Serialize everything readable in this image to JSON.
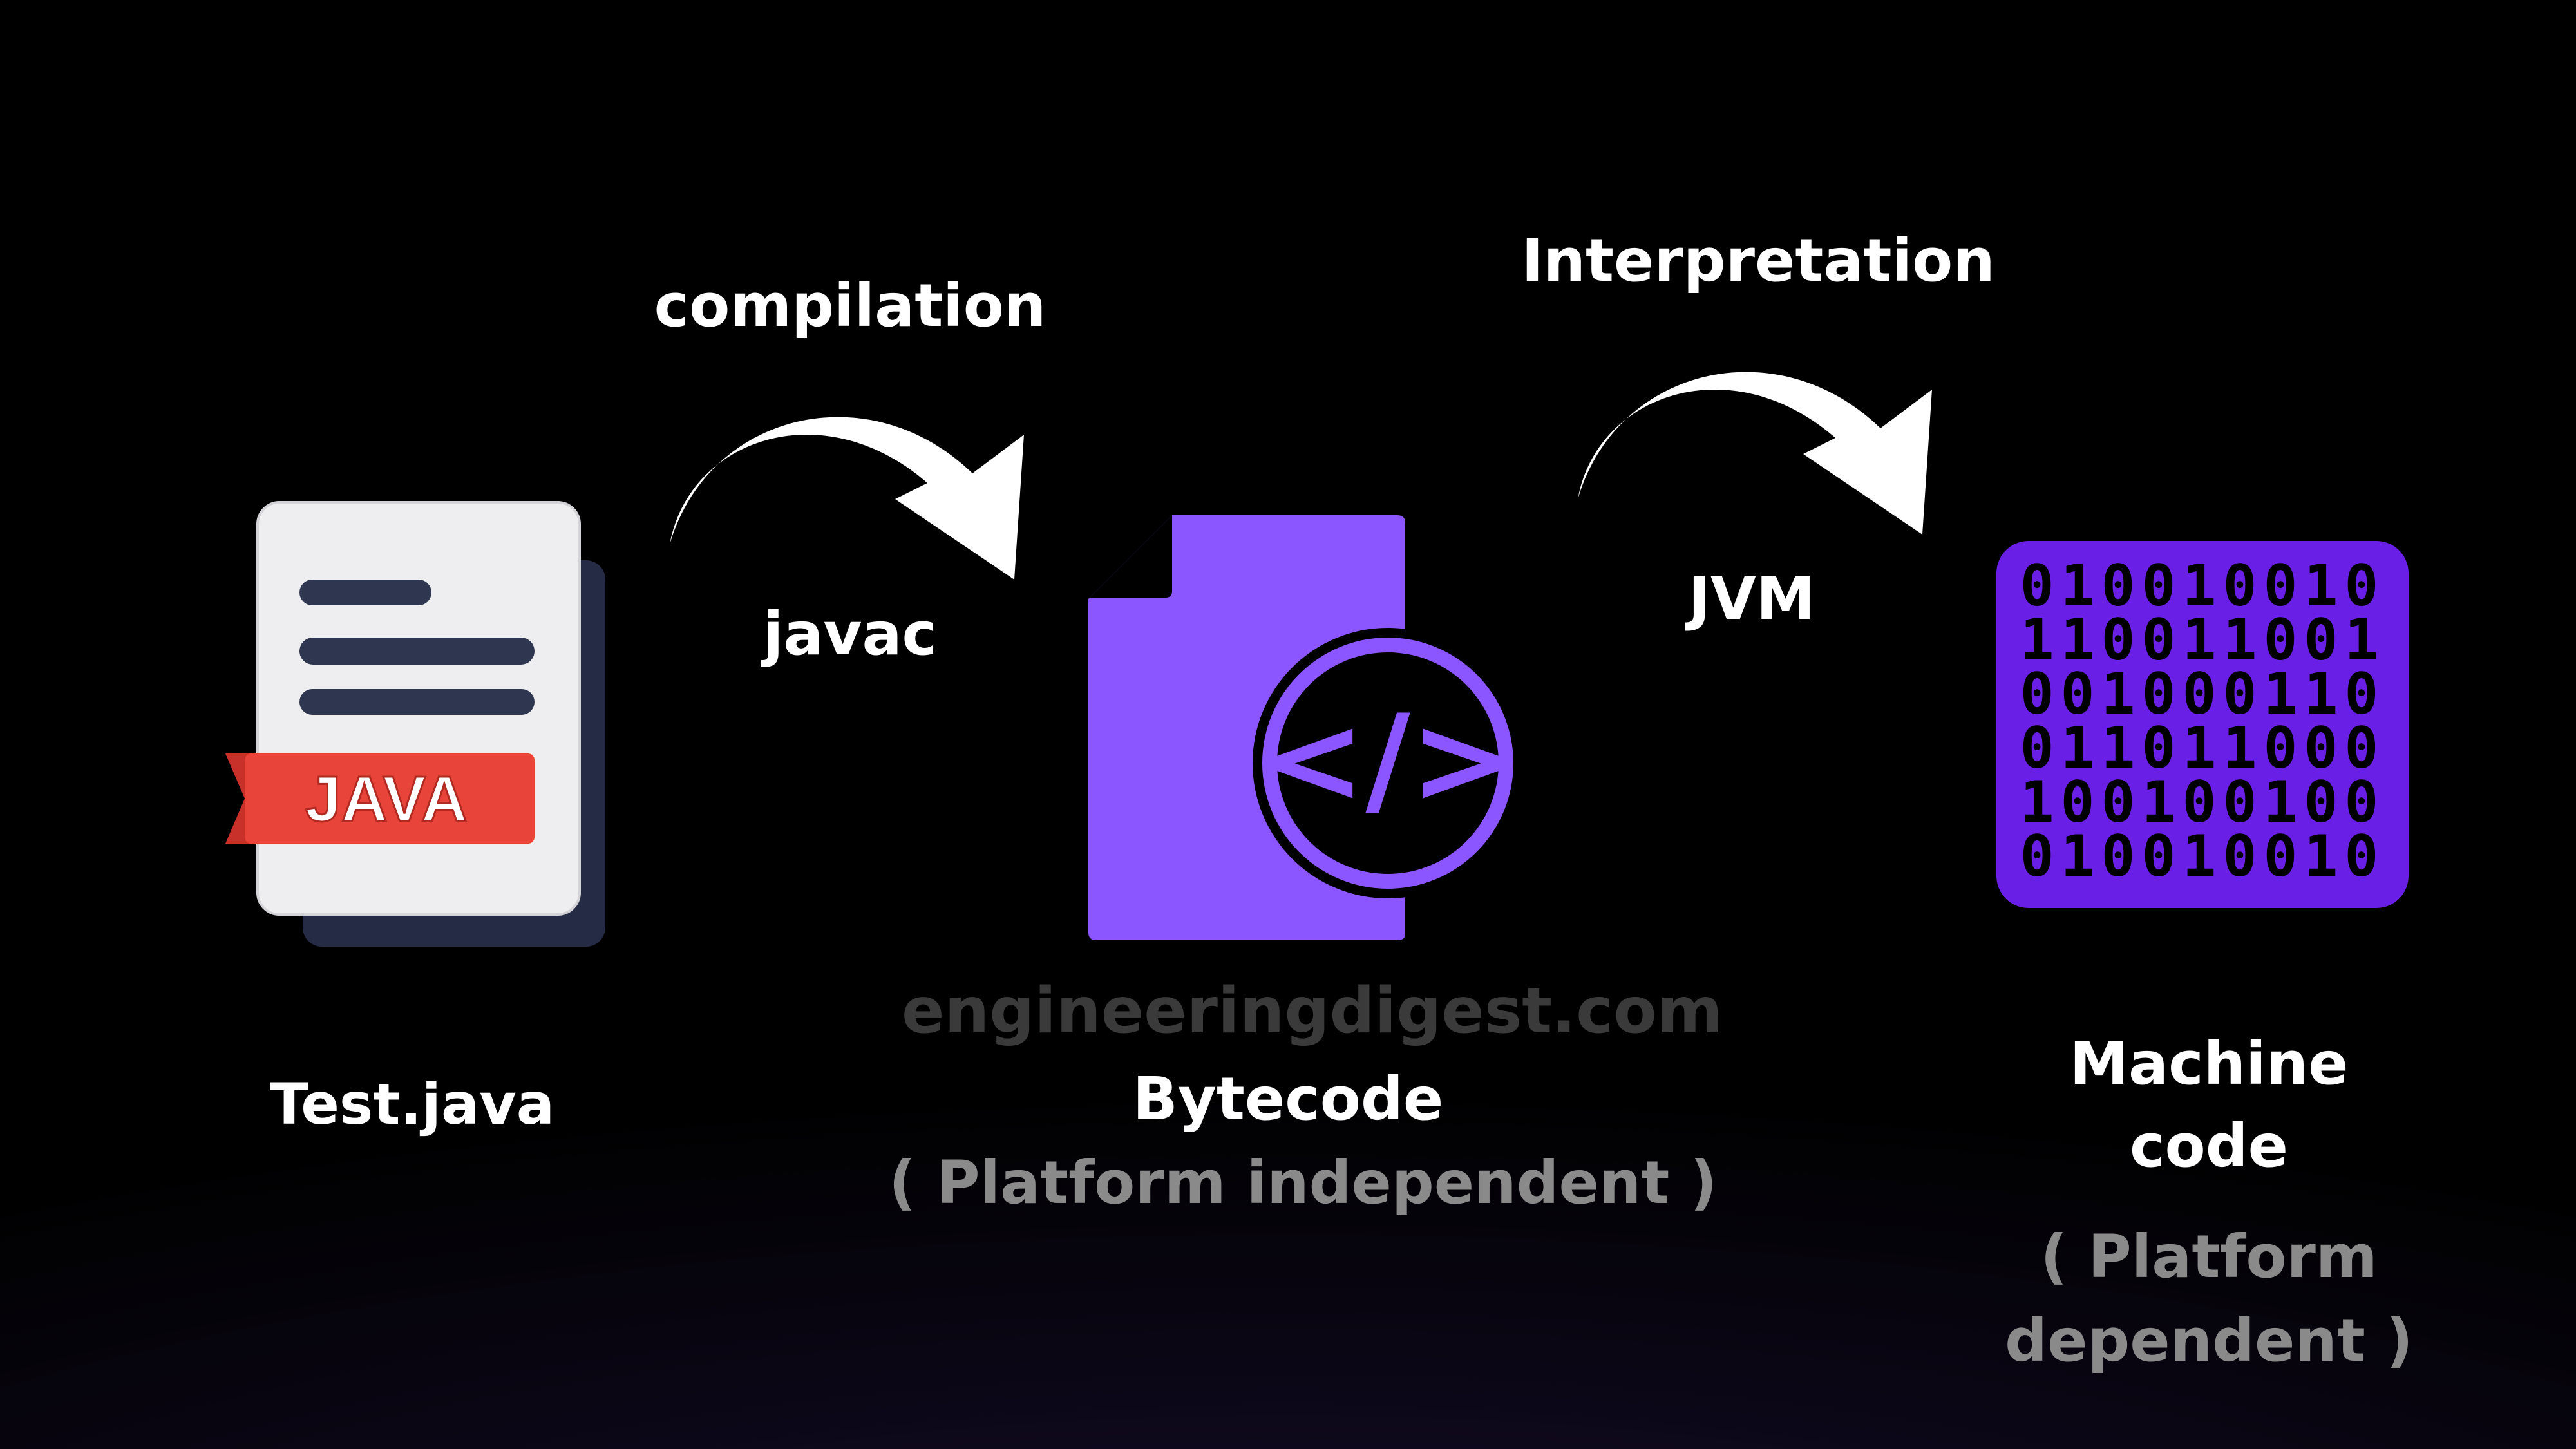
{
  "source_file": {
    "label": "Test.java",
    "badge": "JAVA"
  },
  "step_compile": {
    "action": "compilation",
    "tool": "javac"
  },
  "bytecode": {
    "label": "Bytecode",
    "note": "( Platform independent )",
    "code_symbol": "</>"
  },
  "step_interpret": {
    "action": "Interpretation",
    "tool": "JVM"
  },
  "machine_code": {
    "label_line1": "Machine",
    "label_line2": "code",
    "note_line1": "( Platform",
    "note_line2": "dependent )",
    "binary_rows": [
      "010010010",
      "110011001",
      "001000110",
      "011011000",
      "100100100",
      "010010010"
    ]
  },
  "watermark": "engineeringdigest.com",
  "colors": {
    "background": "#000000",
    "accent_purple": "#8b55ff",
    "binary_purple": "#6a1fe6",
    "java_badge": "#e8443a",
    "doc_lines": "#2e3650",
    "muted_text": "#8a8a8a",
    "watermark": "#3a3a3a"
  }
}
